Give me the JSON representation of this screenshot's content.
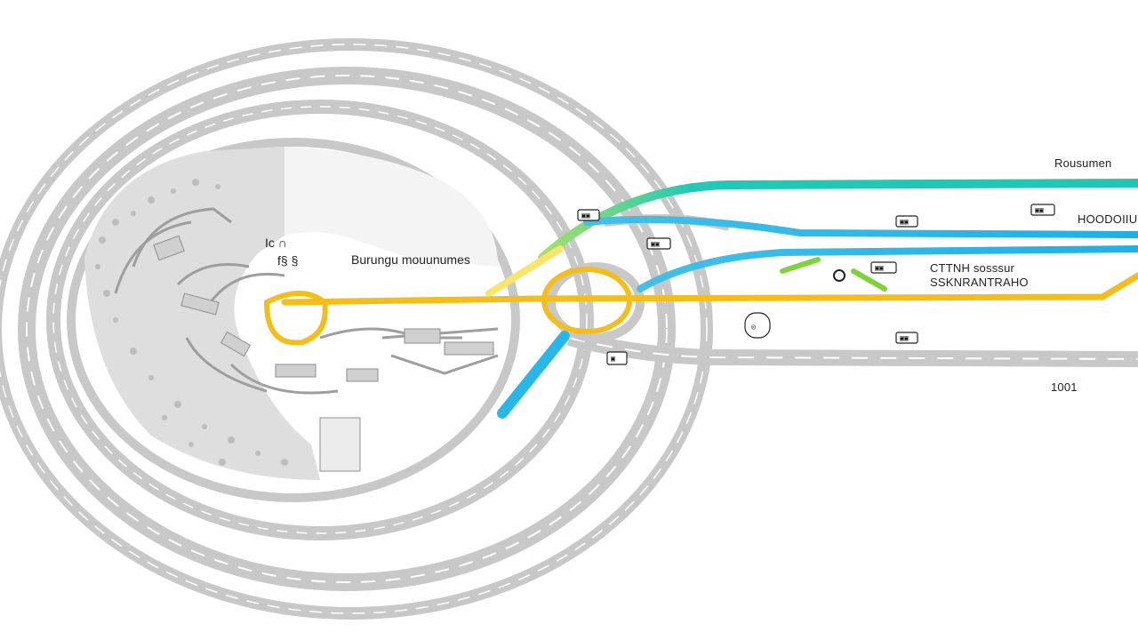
{
  "labels": {
    "district_name": "Burungu mouunumes",
    "top_right": "Rousumen",
    "upper_right_code": "HOODOIIUO",
    "mid_right_line1": "CTTNH sosssur",
    "mid_right_line2": "SSKNRANTRAHO",
    "bottom_right_code": "1001",
    "top_left_sign": "Ic ∩",
    "top_left_sign2": "f§ §"
  },
  "routes": [
    {
      "name": "teal",
      "color": "#1fc7b3"
    },
    {
      "name": "cyan",
      "color": "#29b6e8"
    },
    {
      "name": "yellow",
      "color": "#f3bd1c"
    },
    {
      "name": "green",
      "color": "#7fd23a"
    }
  ],
  "colors": {
    "road": "#c8c8c8",
    "road_dash": "#ffffff",
    "building": "#d9d9d9",
    "building_dark": "#9e9e9e",
    "background": "#ffffff"
  },
  "icons": [
    "bus-sign-icon",
    "parking-sign-icon",
    "camera-sign-icon"
  ]
}
